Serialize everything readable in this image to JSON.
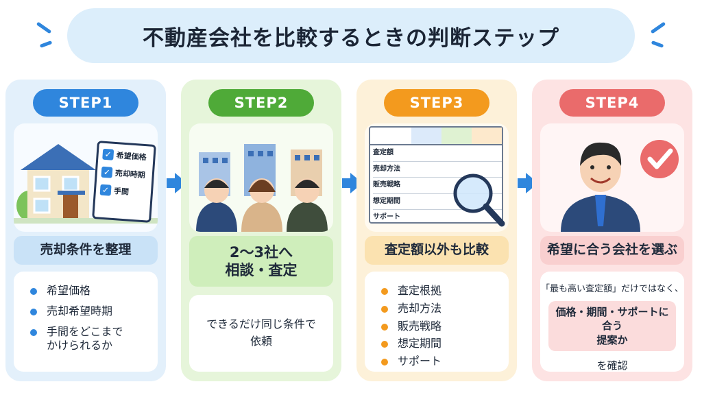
{
  "title": "不動産会社を比較するときの判断ステップ",
  "colors": {
    "step1": "#2f86dd",
    "step2": "#4faa38",
    "step3": "#f39a1e",
    "step4": "#ea6b6b"
  },
  "steps": [
    {
      "label": "STEP1",
      "heading": "売却条件を整理",
      "checklist": [
        "希望価格",
        "売却時期",
        "手間"
      ],
      "items": [
        "希望価格",
        "売却希望時期",
        "手間をどこまで\nかけられるか"
      ],
      "icons": [
        "house-icon",
        "checklist-icon"
      ]
    },
    {
      "label": "STEP2",
      "heading_line1": "2〜3社へ",
      "heading_line2": "相談・査定",
      "text_line1": "できるだけ同じ条件で",
      "text_line2": "依頼",
      "icons": [
        "building-icon",
        "person-icon"
      ]
    },
    {
      "label": "STEP3",
      "heading": "査定額以外も比較",
      "table_rows": [
        "査定額",
        "売却方法",
        "販売戦略",
        "想定期間",
        "サポート"
      ],
      "items": [
        "査定根拠",
        "売却方法",
        "販売戦略",
        "想定期間",
        "サポート"
      ],
      "icons": [
        "magnifier-icon",
        "table-icon"
      ]
    },
    {
      "label": "STEP4",
      "heading": "希望に合う会社を選ぶ",
      "note": "「最も高い査定額」だけではなく、",
      "highlight_line1": "価格・期間・サポートに合う",
      "highlight_line2": "提案か",
      "confirm": "を確認",
      "icons": [
        "businessman-icon",
        "check-icon"
      ]
    }
  ]
}
